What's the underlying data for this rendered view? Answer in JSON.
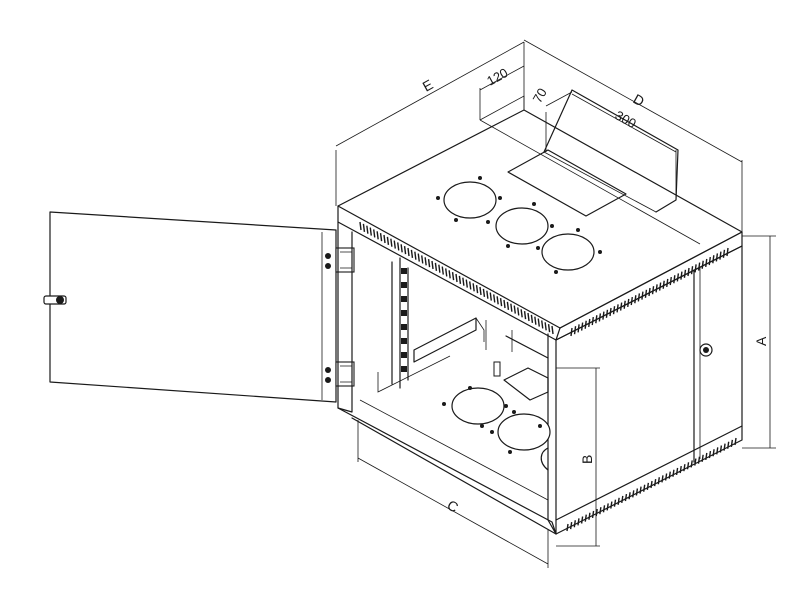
{
  "labels": {
    "E": "E",
    "D": "D",
    "A": "A",
    "B": "B",
    "C": "C",
    "d120": "120",
    "d70": "70",
    "d300": "300"
  }
}
